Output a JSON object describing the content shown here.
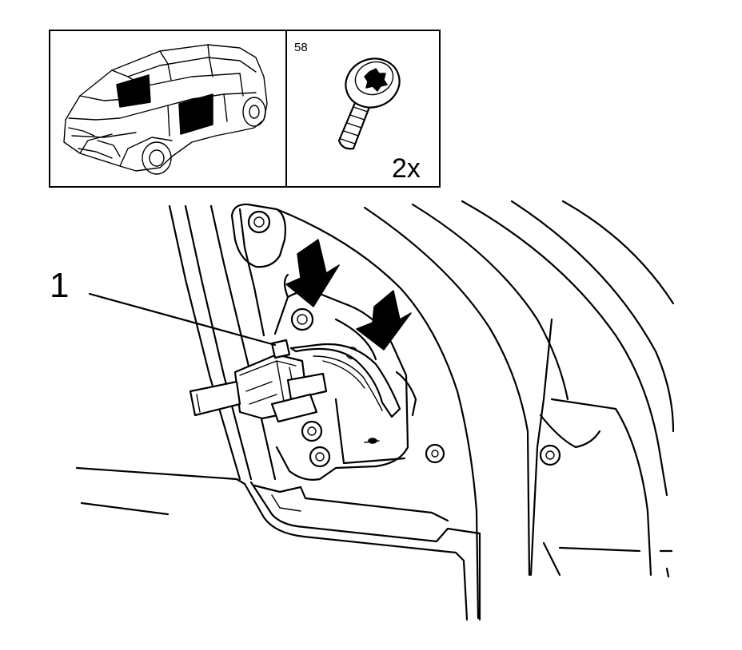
{
  "inset_car": {
    "icon": "car-location-icon"
  },
  "inset_screw": {
    "code": "58",
    "quantity": "2x",
    "icon": "torx-screw-icon"
  },
  "callouts": [
    {
      "number": "1"
    }
  ],
  "arrows": {
    "icon": "pointer-arrow-icon",
    "count": 2
  },
  "colors": {
    "ink": "#000000",
    "paper": "#ffffff"
  }
}
